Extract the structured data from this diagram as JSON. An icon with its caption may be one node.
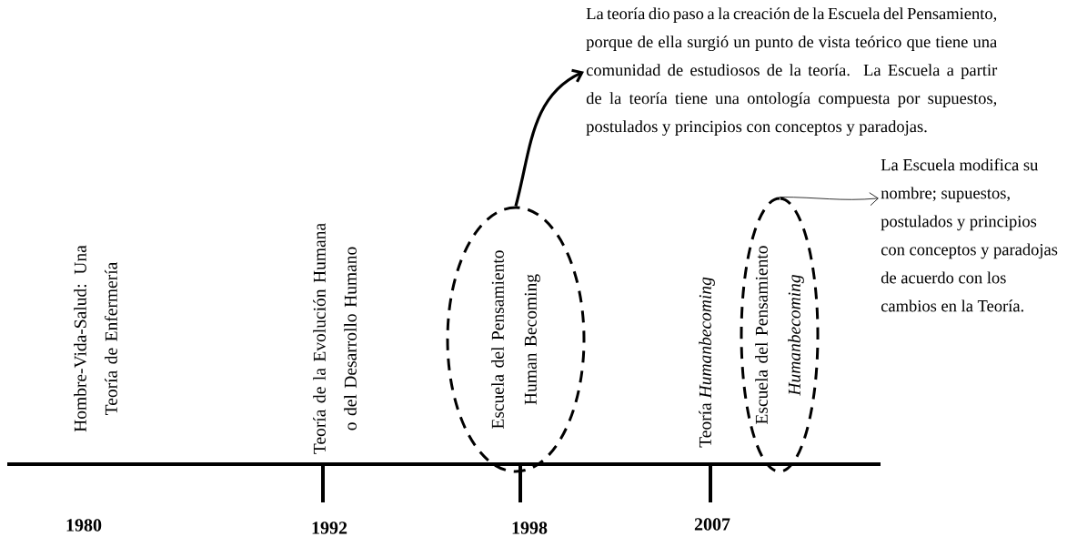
{
  "diagram": {
    "nodes": [
      {
        "text": [
          "La teoría dio paso a la creación de la Escuela del Pensamiento, porque de ella surgió un punto de vista teórico que tiene una comunidad de estudiosos de la teoría. La Escuela a partir de la teoría tiene una ontología compuesta por supuestos, postulados y principios con conceptos y paradojas."
        ]
      },
      {
        "text": [
          "Escuela del Pensamiento Human Becoming"
        ]
      },
      {
        "text": [
          "La Escuela modifica su nombre; supuestos, postulados y principios con conceptos y paradojas de acuerdo con los cambios en la Teoría."
        ]
      },
      {
        "text": [
          "Escuela del Pensamiento *Humanbecoming*"
        ]
      }
    ],
    "edges": [
      {
        "from": 1,
        "to": 0,
        "arrow": "to",
        "style": "thick"
      },
      {
        "from": 3,
        "to": 2,
        "arrow": "to"
      }
    ],
    "labels": [
      "Hombre-Vida-Salud: Una Teoría de Enfermería",
      "Teoría de la Evolución Humana o del Desarrollo Humano",
      "Teoría *Humanbecoming*",
      "1980",
      "1992",
      "1998",
      "2007"
    ]
  }
}
